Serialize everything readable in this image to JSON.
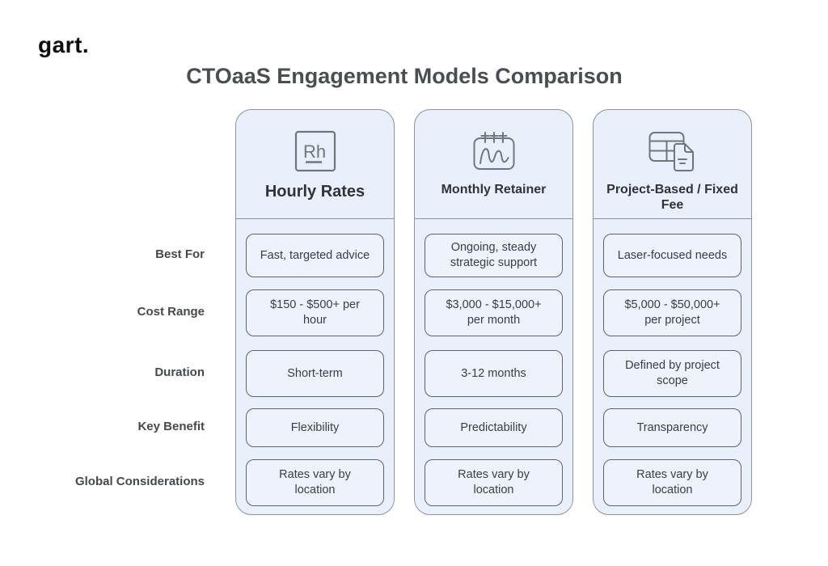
{
  "logo": {
    "text": "gart."
  },
  "title": "CTOaaS Engagement Models Comparison",
  "row_labels": [
    "Best For",
    "Cost Range",
    "Duration",
    "Key Benefit",
    "Global Considerations"
  ],
  "columns": [
    {
      "id": "hourly-rates",
      "header": "Hourly Rates",
      "icon": "hourly-rate-icon",
      "icon_text": "Rh",
      "cells": [
        "Fast, targeted advice",
        "$150 - $500+ per hour",
        "Short-term",
        "Flexibility",
        "Rates vary by location"
      ]
    },
    {
      "id": "monthly-retainer",
      "header": "Monthly Retainer",
      "icon": "calendar-signature-icon",
      "cells": [
        "Ongoing, steady strategic support",
        "$3,000 - $15,000+ per month",
        "3-12 months",
        "Predictability",
        "Rates vary by location"
      ]
    },
    {
      "id": "project-based-fixed-fee",
      "header": "Project-Based / Fixed Fee",
      "icon": "table-document-icon",
      "cells": [
        "Laser-focused needs",
        "$5,000 - $50,000+ per project",
        "Defined by project scope",
        "Transparency",
        "Rates vary by location"
      ]
    }
  ],
  "colors": {
    "column_fill": "#eaf0fb",
    "cell_fill": "#edf2fc",
    "column_border": "#8d939b",
    "cell_border": "#5f646b",
    "icon_stroke": "#71767d",
    "title_text": "#4a4d52",
    "logo_text": "#0e0e0e"
  }
}
